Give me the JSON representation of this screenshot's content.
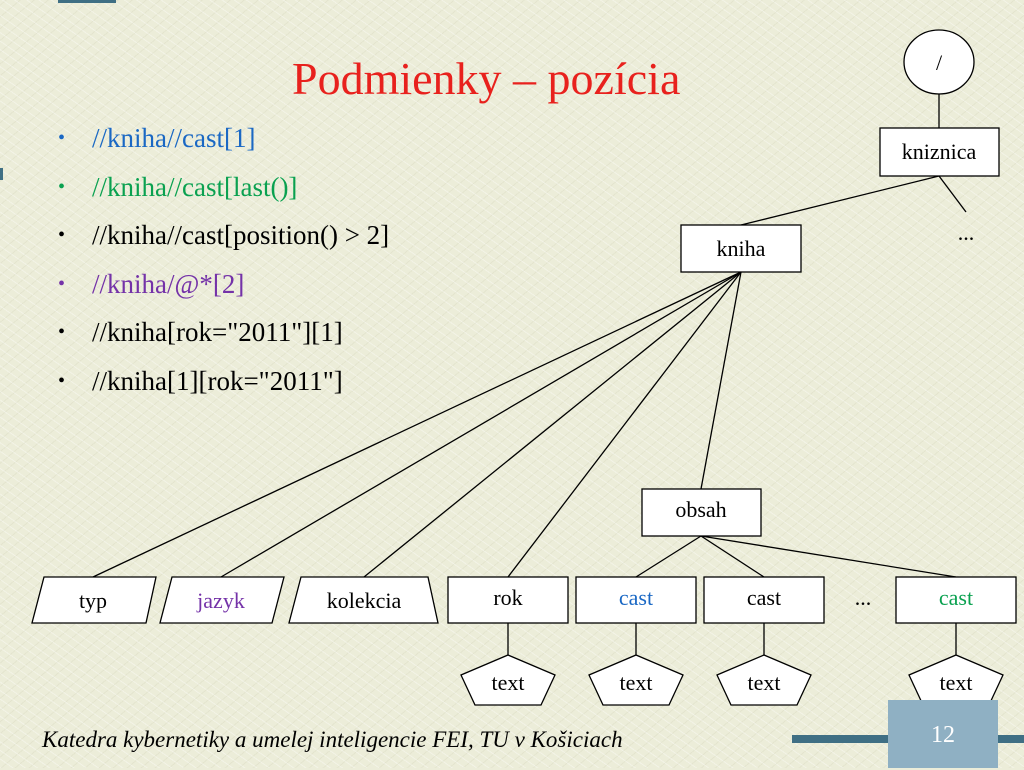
{
  "slide": {
    "title": "Podmienky – pozícia",
    "title_color": "#e8211d",
    "bullet_glyph": "•",
    "bullets": [
      {
        "text": "//kniha//cast[1]",
        "color": "#1a68c4"
      },
      {
        "text": "//kniha//cast[last()]",
        "color": "#0aa150"
      },
      {
        "text": "//kniha//cast[position() > 2]",
        "color": "#000000"
      },
      {
        "text": "//kniha/@*[2]",
        "color": "#7432a8"
      },
      {
        "text": "//kniha[rok=\"2011\"][1]",
        "color": "#000000"
      },
      {
        "text": "//kniha[1][rok=\"2011\"]",
        "color": "#000000"
      }
    ]
  },
  "tree": {
    "root": "/",
    "kniznica": "kniznica",
    "kniznica_more": "...",
    "kniha": "kniha",
    "obsah": "obsah",
    "attributes": [
      {
        "label": "typ",
        "color": "#000000"
      },
      {
        "label": "jazyk",
        "color": "#7432a8"
      },
      {
        "label": "kolekcia",
        "color": "#000000"
      }
    ],
    "elements": [
      {
        "label": "rok",
        "color": "#000000"
      },
      {
        "label": "cast",
        "color": "#1a68c4"
      },
      {
        "label": "cast",
        "color": "#000000"
      },
      {
        "label": "cast",
        "color": "#0aa150"
      }
    ],
    "cast_more": "...",
    "text_label": "text"
  },
  "footer": {
    "text": "Katedra kybernetiky a umelej inteligencie FEI, TU v Košiciach",
    "page": "12",
    "accent_color": "#3f6f84",
    "page_box_color": "#8fb0c3"
  }
}
